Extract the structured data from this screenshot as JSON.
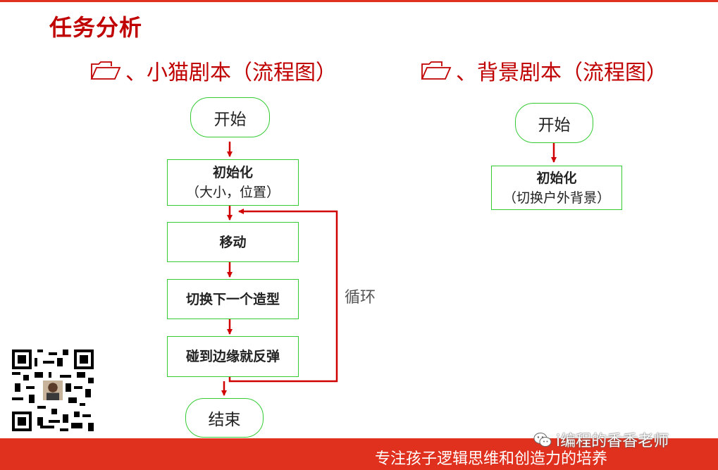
{
  "slide": {
    "title": "任务分析",
    "footer_slogan": "专注孩子逻辑思维和创造力的培养",
    "watermark": "i编程的香香老师",
    "icons": {
      "folder": "open-folder-icon",
      "qr": "qr-code-icon",
      "wechat": "wechat-icon"
    },
    "colors": {
      "accent_red": "#c00000",
      "footer_red": "#e0301e",
      "node_border": "#33cc33",
      "arrow": "#d00000"
    }
  },
  "cat_script": {
    "heading": "、小猫剧本（流程图）",
    "nodes": {
      "start": "开始",
      "init_line1": "初始化",
      "init_line2": "（大小，位置）",
      "move": "移动",
      "next_costume": "切换下一个造型",
      "bounce": "碰到边缘就反弹",
      "end": "结束"
    },
    "loop_label": "循环"
  },
  "bg_script": {
    "heading": "、背景剧本（流程图）",
    "nodes": {
      "start": "开始",
      "init_line1": "初始化",
      "init_line2": "（切换户外背景）"
    }
  }
}
